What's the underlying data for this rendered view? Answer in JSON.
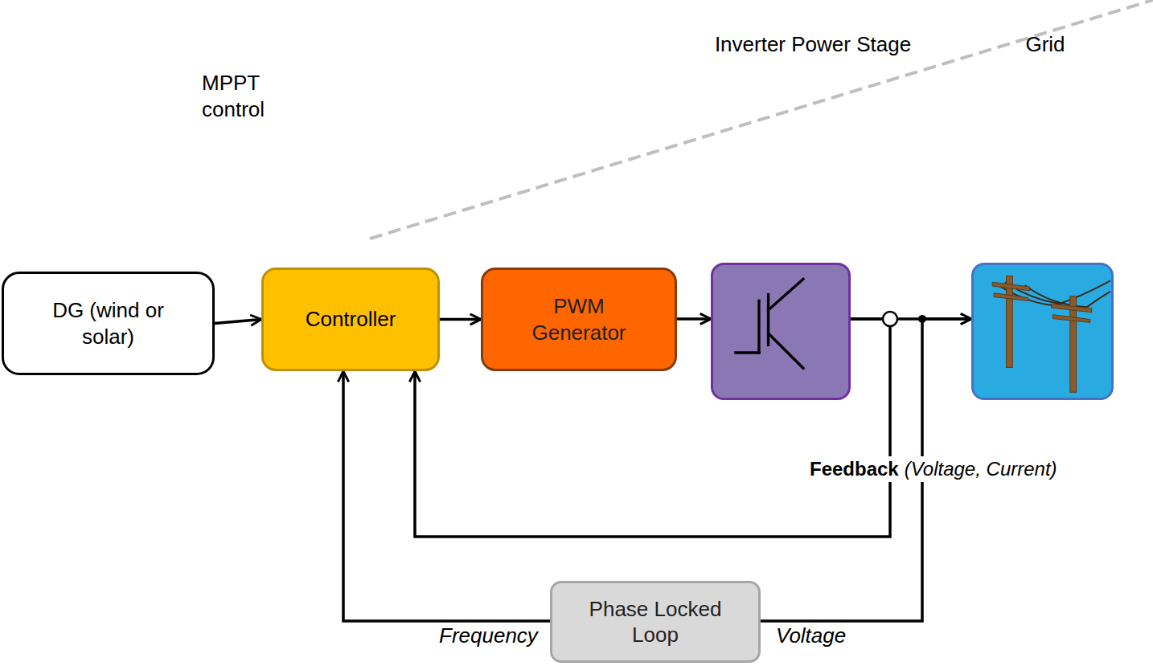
{
  "diagram": {
    "nodes": [
      {
        "text": [
          "DG (wind or solar)"
        ]
      },
      {
        "text": [
          "MPPT control",
          "Controller"
        ]
      },
      {
        "text": [
          "PWM Generator"
        ]
      },
      {
        "text": [
          "Inverter Power Stage"
        ]
      },
      {
        "text": [
          "Grid"
        ]
      },
      {
        "text": [
          "Phase Locked Loop"
        ]
      }
    ],
    "edges": [
      {
        "from": 0,
        "to": 1,
        "arrow": "to"
      },
      {
        "from": 1,
        "to": 2,
        "arrow": "to"
      },
      {
        "from": 2,
        "to": 3,
        "arrow": "to"
      },
      {
        "from": 3,
        "to": 4,
        "arrow": "to"
      },
      {
        "from": 3,
        "to": 1,
        "arrow": "to"
      },
      {
        "from": 4,
        "to": 5,
        "label": "Voltage",
        "arrow": "none"
      },
      {
        "from": 5,
        "to": 1,
        "label": "Frequency",
        "arrow": "to"
      }
    ],
    "labels": [
      "Feedback",
      "(Voltage, Current)"
    ]
  }
}
